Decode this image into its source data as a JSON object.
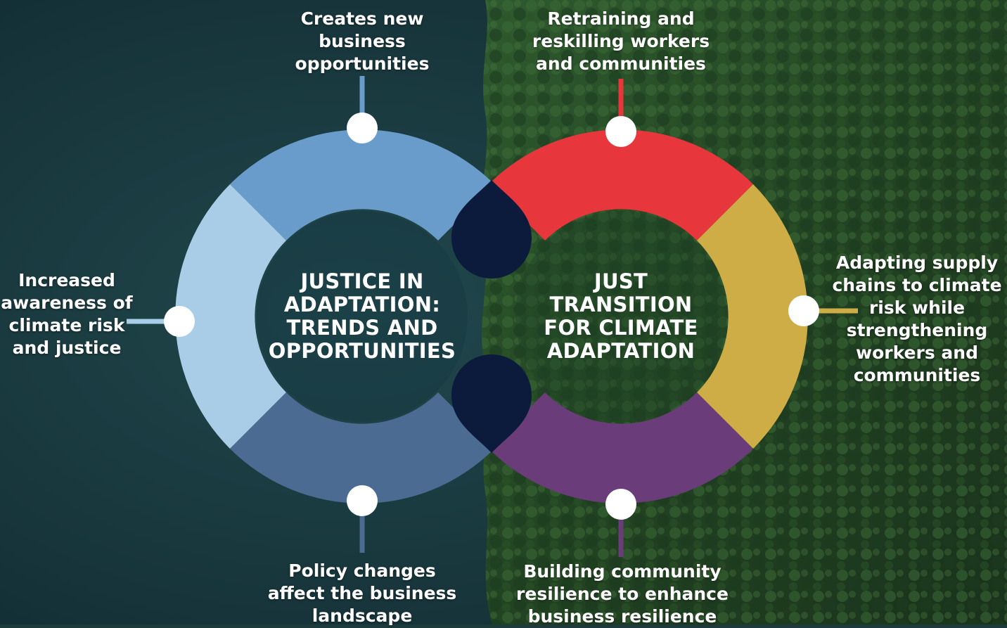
{
  "left_loop": {
    "title_lines": [
      "JUSTICE IN",
      "ADAPTATION:",
      "TRENDS AND",
      "OPPORTUNITIES"
    ],
    "labels": {
      "top": [
        "Creates new",
        "business",
        "opportunities"
      ],
      "left": [
        "Increased",
        "awareness of",
        "climate risk",
        "and justice"
      ],
      "bottom": [
        "Policy changes",
        "affect the business",
        "landscape"
      ]
    }
  },
  "right_loop": {
    "title_lines": [
      "JUST",
      "TRANSITION",
      "FOR CLIMATE",
      "ADAPTATION"
    ],
    "labels": {
      "top": [
        "Retraining and",
        "reskilling workers",
        "and communities"
      ],
      "right": [
        "Adapting supply",
        "chains to climate",
        "risk while",
        "strengthening",
        "workers and",
        "communities"
      ],
      "bottom": [
        "Building community",
        "resilience to enhance",
        "business resilience"
      ]
    }
  },
  "colors": {
    "left_top": "#6a9ccb",
    "left_side": "#a9cde6",
    "left_bottom": "#4c6b92",
    "right_top": "#e8363d",
    "right_side": "#cfad46",
    "right_bottom": "#6b3c7a",
    "crossover": "#0c1b3c",
    "water": "#1b3d42",
    "forest": "#2a4e2c"
  }
}
